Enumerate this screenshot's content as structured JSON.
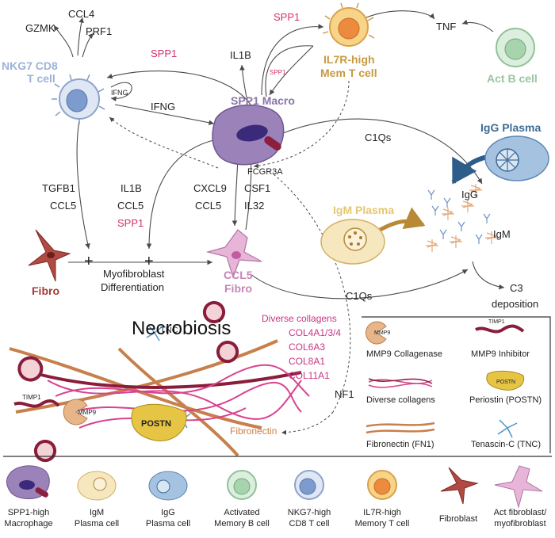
{
  "colors": {
    "spp1": "#d2316e",
    "nkg7": "#9eb2d6",
    "il7r": "#c79a40",
    "actb": "#97c69f",
    "igg": "#3f6c96",
    "igm": "#e5c770",
    "fibro_red": "#a33b36",
    "ccl5fibro": "#c684b8",
    "collagen": "#d9428f",
    "fibronectin": "#c7804c",
    "tnc": "#4d95c4",
    "postn": "#e6c444",
    "mmp9": "#e7b588",
    "arrow": "#4a4a4a"
  },
  "cells": {
    "nkg7": [
      "NKG7 CD8",
      "T cell"
    ],
    "spp1_macro": "SPP1 Macro",
    "il7r": [
      "IL7R-high",
      "Mem T cell"
    ],
    "actb": "Act B cell",
    "igg_plasma": "IgG Plasma",
    "igm_plasma": "IgM Plasma",
    "fibro": "Fibro",
    "ccl5_fibro": [
      "CCL5",
      "Fibro"
    ]
  },
  "labels": {
    "ccl4": "CCL4",
    "gzmk": "GZMK",
    "prf1": "PRF1",
    "spp1_to_nk": "SPP1",
    "il1b_top": "IL1B",
    "spp1_top": "SPP1",
    "spp1_self": "SPP1",
    "tnf": "TNF",
    "ifng_self": "IFNG",
    "ifng": "IFNG",
    "c1qs_top": "C1Qs",
    "fcgr3a": "FCGR3A",
    "igg": "IgG",
    "igm": "IgM",
    "tgfb1": "TGFB1",
    "ccl5_a": "CCL5",
    "il1b": "IL1B",
    "ccl5_b": "CCL5",
    "spp1_mid": "SPP1",
    "cxcl9": "CXCL9",
    "ccl5_c": "CCL5",
    "csf1": "CSF1",
    "il32": "IL32",
    "plus": "+",
    "myofib": [
      "Myofibroblast",
      "Differentiation"
    ],
    "c1qs_bottom": "C1Qs",
    "c3": [
      "C3",
      "deposition"
    ],
    "necrobiosis": "Necrobiosis",
    "diverse_collagens_list": [
      "Diverse collagens",
      "COL4A1/3/4",
      "COL6A3",
      "COL8A1",
      "COL11A1"
    ],
    "nf1": "NF1",
    "tnc_label": "TNC",
    "postn_label": "POSTN",
    "fibronectin_label": "Fibronectin",
    "timp1": "TIMP1",
    "mmp9": "MMP9"
  },
  "legend": {
    "mmp9": "MMP9 Collagenase",
    "mmp9_inhibitor": "MMP9 Inhibitor",
    "collagens": "Diverse collagens",
    "periostin": "Periostin (POSTN)",
    "fibronectin": "Fibronectin (FN1)",
    "tenascin": "Tenascin-C (TNC)"
  },
  "bottom_legend": [
    [
      "SPP1-high",
      "Macrophage"
    ],
    [
      "IgM",
      "Plasma cell"
    ],
    [
      "IgG",
      "Plasma cell"
    ],
    [
      "Activated",
      "Memory B cell"
    ],
    [
      "NKG7-high",
      "CD8 T cell"
    ],
    [
      "IL7R-high",
      "Memory T cell"
    ],
    [
      "Fibroblast"
    ],
    [
      "Act fibroblast/",
      "myofibroblast"
    ]
  ]
}
